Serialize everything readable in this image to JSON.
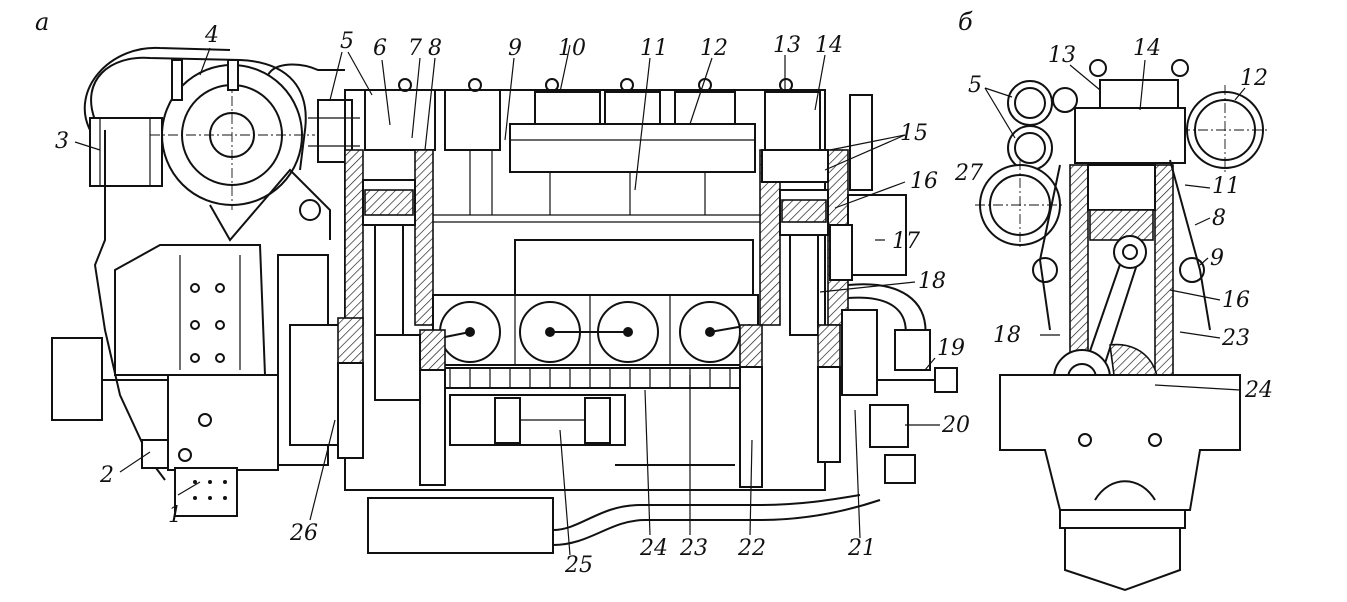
{
  "views": {
    "a": "а",
    "b": "б"
  },
  "labels_a": [
    "1",
    "2",
    "3",
    "4",
    "5",
    "6",
    "7",
    "8",
    "9",
    "10",
    "11",
    "12",
    "13",
    "14",
    "15",
    "16",
    "17",
    "18",
    "19",
    "20",
    "21",
    "22",
    "23",
    "24",
    "25",
    "26"
  ],
  "labels_b": [
    "5",
    "13",
    "14",
    "12",
    "27",
    "11",
    "8",
    "9",
    "16",
    "18",
    "23",
    "24"
  ]
}
